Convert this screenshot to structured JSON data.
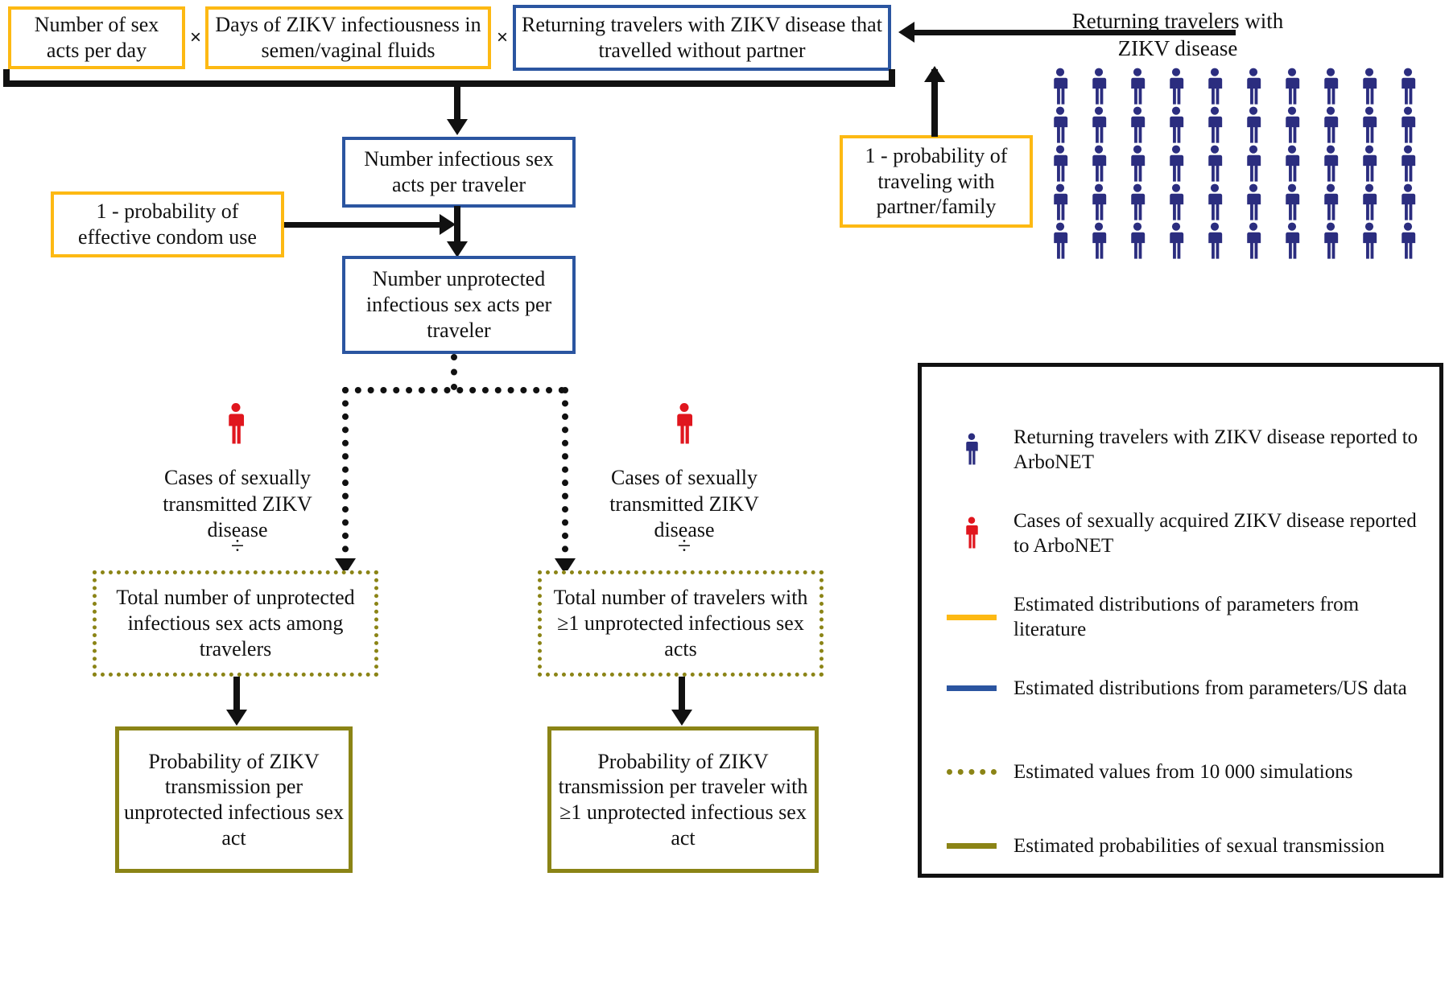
{
  "diagram": {
    "title": "ZIKV sexual transmission model flow diagram",
    "colors": {
      "literature_yellow": "#FDB913",
      "us_data_blue": "#2B55A0",
      "simulation_olive": "#8B8416",
      "person_blue": "#2B2D7F",
      "person_red": "#E0161E",
      "connector_black": "#111111"
    },
    "operators": {
      "multiply": "×",
      "divide": "÷"
    },
    "nodes": {
      "sex_acts_per_day": "Number of sex acts per day",
      "days_infectious": "Days of ZIKV infectiousness in semen/vaginal fluids",
      "travellers_without_partner": "Returning travelers with ZIKV disease that travelled without partner",
      "infectious_sex_acts": "Number infectious sex acts per traveler",
      "condom_use": "1 - probability of effective condom use",
      "unprotected_infectious": "Number unprotected infectious sex acts per traveler",
      "prob_travel_partner": "1 - probability of traveling with partner/family",
      "returning_travelers_label": "Returning travelers with ZIKV disease",
      "cases_left": "Cases of sexually transmitted ZIKV disease",
      "cases_right": "Cases of sexually transmitted ZIKV disease",
      "total_acts_among_travelers": "Total number of unprotected infectious sex acts among travelers",
      "total_travelers_ge1": "Total number of travelers with ≥1 unprotected infectious sex acts",
      "prob_per_act": "Probability of ZIKV transmission per unprotected infectious sex act",
      "prob_per_traveler": "Probability of ZIKV transmission per traveler with ≥1 unprotected infectious sex act"
    },
    "people_grid": {
      "rows": 5,
      "columns": 10,
      "total": 50,
      "icon_name": "returning-traveler-person-icon"
    },
    "legend": {
      "items": [
        {
          "type": "person-blue",
          "label": "Returning travelers with ZIKV disease reported to ArboNET"
        },
        {
          "type": "person-red",
          "label": "Cases of sexually acquired ZIKV disease reported to ArboNET"
        },
        {
          "type": "line-yellow",
          "label": "Estimated distributions of parameters from literature"
        },
        {
          "type": "line-blue",
          "label": "Estimated distributions from parameters/US data"
        },
        {
          "type": "line-olive-dotted",
          "label": "Estimated values from 10 000 simulations"
        },
        {
          "type": "line-olive",
          "label": "Estimated probabilities of sexual transmission"
        }
      ]
    }
  }
}
